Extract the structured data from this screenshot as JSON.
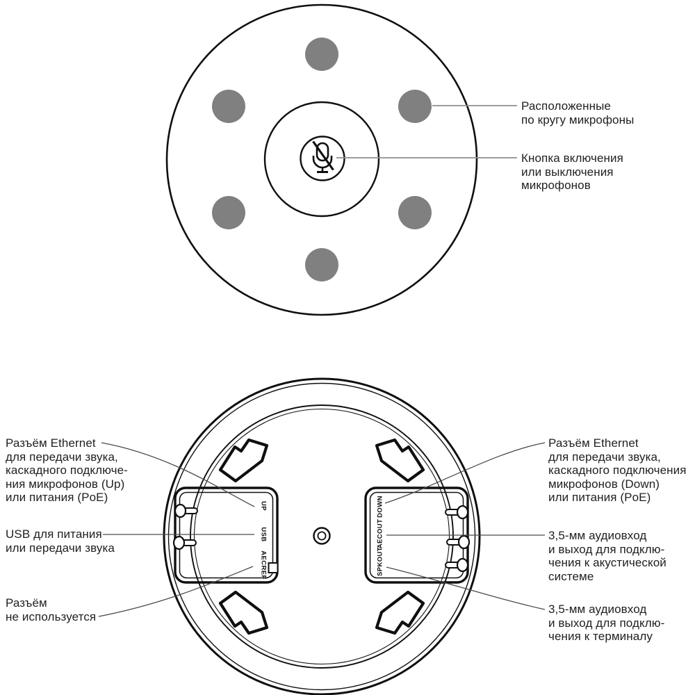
{
  "colors": {
    "outline": "#0f0f0f",
    "mic_dot": "#808080",
    "leader_top": "#8e8e8e",
    "leader_bottom": "#4a4a4a",
    "text": "#1f1f1f",
    "background": "#ffffff"
  },
  "top_view": {
    "microphone_count": 6,
    "center_icon": "mic-muted-icon",
    "callouts": [
      "Расположенные\nпо кругу микрофоны",
      "Кнопка включения\nили выключения\nмикрофонов"
    ]
  },
  "bottom_view": {
    "left_panel_ports": [
      "UP",
      "USB",
      "AECREF"
    ],
    "right_panel_ports": [
      "DOWN",
      "AECOUT",
      "SPKOUT"
    ],
    "callouts_left": [
      "Разъём Ethernet\nдля передачи звука,\nкаскадного подключе-\nния микрофонов (Up)\nили питания (PoE)",
      "USB для питания\nили передачи звука",
      "Разъём\nне используется"
    ],
    "callouts_right": [
      "Разъём Ethernet\nдля передачи звука,\nкаскадного подключения\nмикрофонов (Down)\nили питания (PoE)",
      "3,5-мм аудиовход\nи выход для подклю-\nчения к акустической\nсистеме",
      "3,5-мм аудиовход\nи выход для подклю-\nчения к терминалу"
    ]
  }
}
